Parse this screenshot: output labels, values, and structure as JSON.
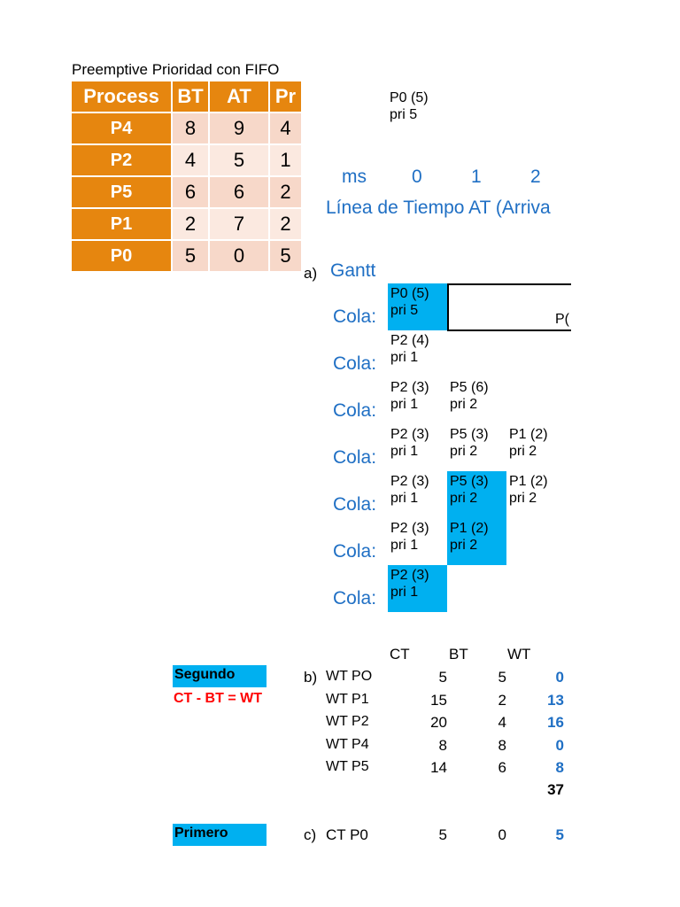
{
  "title": "Preemptive Prioridad con FIFO",
  "process_table": {
    "headers": [
      "Process",
      "BT",
      "AT",
      "Pr"
    ],
    "rows": [
      {
        "name": "P4",
        "bt": "8",
        "at": "9",
        "pr": "4"
      },
      {
        "name": "P2",
        "bt": "4",
        "at": "5",
        "pr": "1"
      },
      {
        "name": "P5",
        "bt": "6",
        "at": "6",
        "pr": "2"
      },
      {
        "name": "P1",
        "bt": "2",
        "at": "7",
        "pr": "2"
      },
      {
        "name": "P0",
        "bt": "5",
        "at": "0",
        "pr": "5"
      }
    ]
  },
  "top_note": {
    "line1": "P0 (5)",
    "line2": "pri 5"
  },
  "timeline": {
    "ms_label": "ms",
    "ticks": [
      "0",
      "1",
      "2"
    ],
    "label": "Línea de Tiempo AT (Arriva"
  },
  "gantt": {
    "marker": "a)",
    "label": "Gantt",
    "cut_text": "P("
  },
  "queues": {
    "label": "Cola:",
    "rows": [
      {
        "cells": [
          {
            "l1": "P0 (5)",
            "l2": "pri 5",
            "hl": true
          }
        ]
      },
      {
        "cells": [
          {
            "l1": "P2 (4)",
            "l2": "pri 1",
            "hl": false
          }
        ]
      },
      {
        "cells": [
          {
            "l1": "P2 (3)",
            "l2": "pri 1",
            "hl": false
          },
          {
            "l1": "P5 (6)",
            "l2": "pri 2",
            "hl": false
          }
        ]
      },
      {
        "cells": [
          {
            "l1": "P2 (3)",
            "l2": "pri 1",
            "hl": false
          },
          {
            "l1": "P5 (3)",
            "l2": "pri 2",
            "hl": false
          },
          {
            "l1": "P1 (2)",
            "l2": "pri 2",
            "hl": false
          }
        ]
      },
      {
        "cells": [
          {
            "l1": "P2 (3)",
            "l2": "pri 1",
            "hl": false
          },
          {
            "l1": "P5 (3)",
            "l2": "pri 2",
            "hl": true
          },
          {
            "l1": "P1 (2)",
            "l2": "pri 2",
            "hl": false
          }
        ]
      },
      {
        "cells": [
          {
            "l1": "P2 (3)",
            "l2": "pri 1",
            "hl": false
          },
          {
            "l1": "P1 (2)",
            "l2": "pri 2",
            "hl": true
          }
        ]
      },
      {
        "cells": [
          {
            "l1": "P2 (3)",
            "l2": "pri 1",
            "hl": true
          }
        ]
      }
    ]
  },
  "section_b": {
    "marker": "b)",
    "headers": {
      "ct": "CT",
      "bt": "BT",
      "wt": "WT"
    },
    "segundo_label": "Segundo",
    "formula": "CT - BT = WT",
    "rows": [
      {
        "label": "WT PO",
        "ct": "5",
        "bt": "5",
        "wt": "0"
      },
      {
        "label": "WT P1",
        "ct": "15",
        "bt": "2",
        "wt": "13"
      },
      {
        "label": "WT P2",
        "ct": "20",
        "bt": "4",
        "wt": "16"
      },
      {
        "label": "WT P4",
        "ct": "8",
        "bt": "8",
        "wt": "0"
      },
      {
        "label": "WT P5",
        "ct": "14",
        "bt": "6",
        "wt": "8"
      }
    ],
    "total": "37"
  },
  "section_c": {
    "marker": "c)",
    "primero_label": "Primero",
    "row": {
      "label": "CT P0",
      "ct": "5",
      "bt": "0",
      "wt": "5"
    }
  },
  "colors": {
    "orange": "#e6860f",
    "peach_dark": "#f7d8c9",
    "peach_light": "#fbe9e0",
    "cyan": "#00b0f0",
    "blue_text": "#1f6fc4",
    "red_text": "#ff0000"
  }
}
